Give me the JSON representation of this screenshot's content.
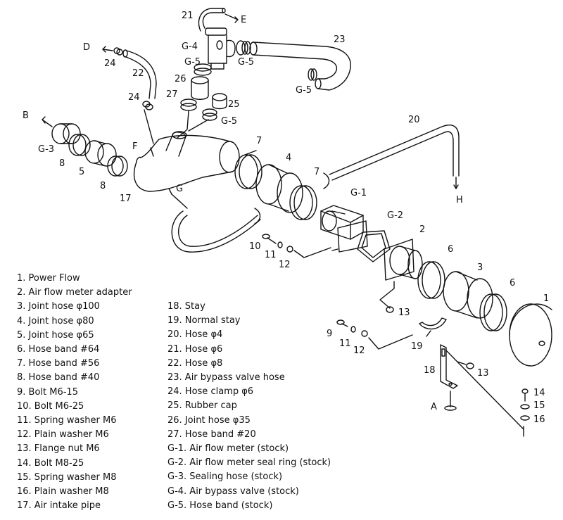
{
  "part_labels": {
    "p21": "21",
    "pE": "E",
    "pD": "D",
    "p24a": "24",
    "p22": "22",
    "p23": "23",
    "pG4": "G-4",
    "pG5a": "G-5",
    "pG5b": "G-5",
    "pG5c": "G-5",
    "pG5d": "G-5",
    "p26": "26",
    "p27": "27",
    "p25": "25",
    "p24b": "24",
    "p20": "20",
    "pB": "B",
    "pG3": "G-3",
    "p8a": "8",
    "p5": "5",
    "p8b": "8",
    "pF": "F",
    "p7a": "7",
    "p4": "4",
    "p7b": "7",
    "p17": "17",
    "pG": "G",
    "pG1": "G-1",
    "pH": "H",
    "pG2": "G-2",
    "p2": "2",
    "p6a": "6",
    "p3": "3",
    "p6b": "6",
    "p1": "1",
    "p10": "10",
    "p11a": "11",
    "p12a": "12",
    "p13a": "13",
    "p9": "9",
    "p11b": "11",
    "p12b": "12",
    "p19": "19",
    "p18": "18",
    "p13b": "13",
    "pA": "A",
    "p14": "14",
    "p15": "15",
    "p16": "16"
  },
  "legend_left": [
    "1. Power Flow",
    "2. Air flow meter adapter",
    "3. Joint hose  φ100",
    "4. Joint hose  φ80",
    "5. Joint hose  φ65",
    "6. Hose band  #64",
    "7. Hose band  #56",
    "8. Hose band  #40",
    "9. Bolt  M6-15",
    "10. Bolt  M6-25",
    "11. Spring washer  M6",
    "12. Plain washer  M6",
    "13. Flange nut  M6",
    "14. Bolt  M8-25",
    "15. Spring washer  M8",
    "16. Plain washer  M8",
    "17. Air intake pipe"
  ],
  "legend_right": [
    "18. Stay",
    "19. Normal stay",
    "20. Hose  φ4",
    "21. Hose  φ6",
    "22. Hose  φ8",
    "23. Air bypass valve hose",
    "24. Hose clamp   φ6",
    "25. Rubber cap",
    "26. Joint hose  φ35",
    "27. Hose band  #20",
    "G-1. Air flow meter (stock)",
    "G-2. Air flow meter seal ring (stock)",
    "G-3. Sealing hose (stock)",
    "G-4. Air bypass valve (stock)",
    "G-5. Hose band (stock)"
  ]
}
